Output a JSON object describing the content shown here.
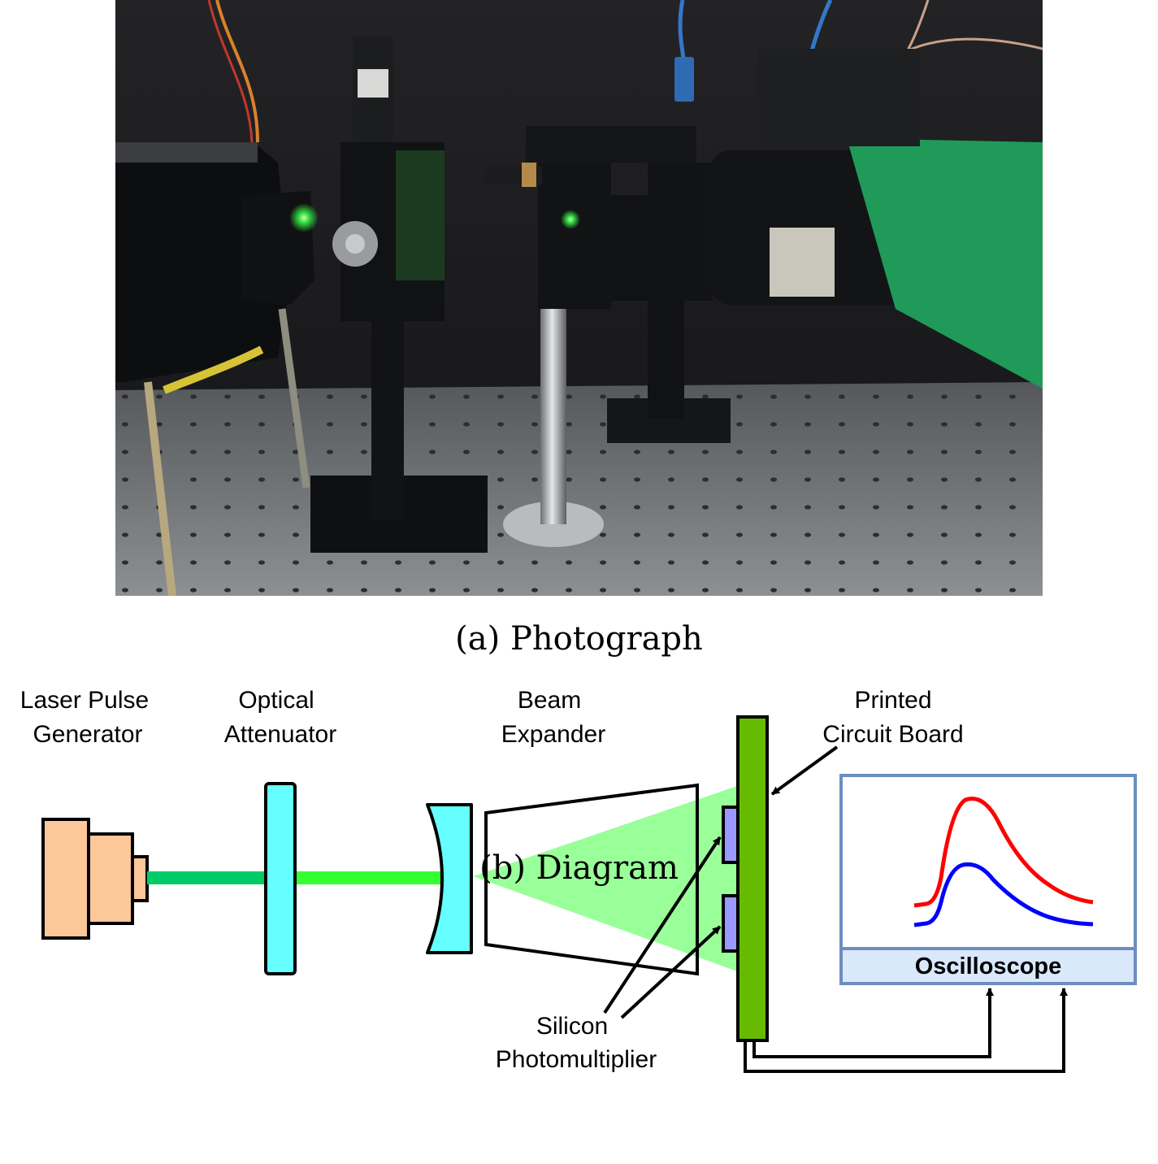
{
  "figure": {
    "photo_caption": "(a) Photograph",
    "diagram_caption": "(b) Diagram"
  },
  "diagram": {
    "labels": {
      "laser_line1": "Laser Pulse",
      "laser_line2": "Generator",
      "attenuator_line1": "Optical",
      "attenuator_line2": "Attenuator",
      "expander_line1": "Beam",
      "expander_line2": "Expander",
      "pcb_line1": "Printed",
      "pcb_line2": "Circuit Board",
      "sipm_line1": "Silicon",
      "sipm_line2": "Photomultiplier",
      "oscilloscope": "Oscilloscope"
    },
    "colors": {
      "laser_body": "#fcc799",
      "attenuator": "#66ffff",
      "lens": "#66ffff",
      "beam_before_attenuator": "#00cc66",
      "beam_after_attenuator": "#33ff33",
      "beam_cone": "#99ff99",
      "pcb": "#66bb00",
      "sipm": "#9999ff",
      "oscilloscope_border": "#6c8ebf",
      "oscilloscope_label_bg": "#dae8fc",
      "trace_red": "#ff0000",
      "trace_blue": "#0000ff"
    }
  }
}
